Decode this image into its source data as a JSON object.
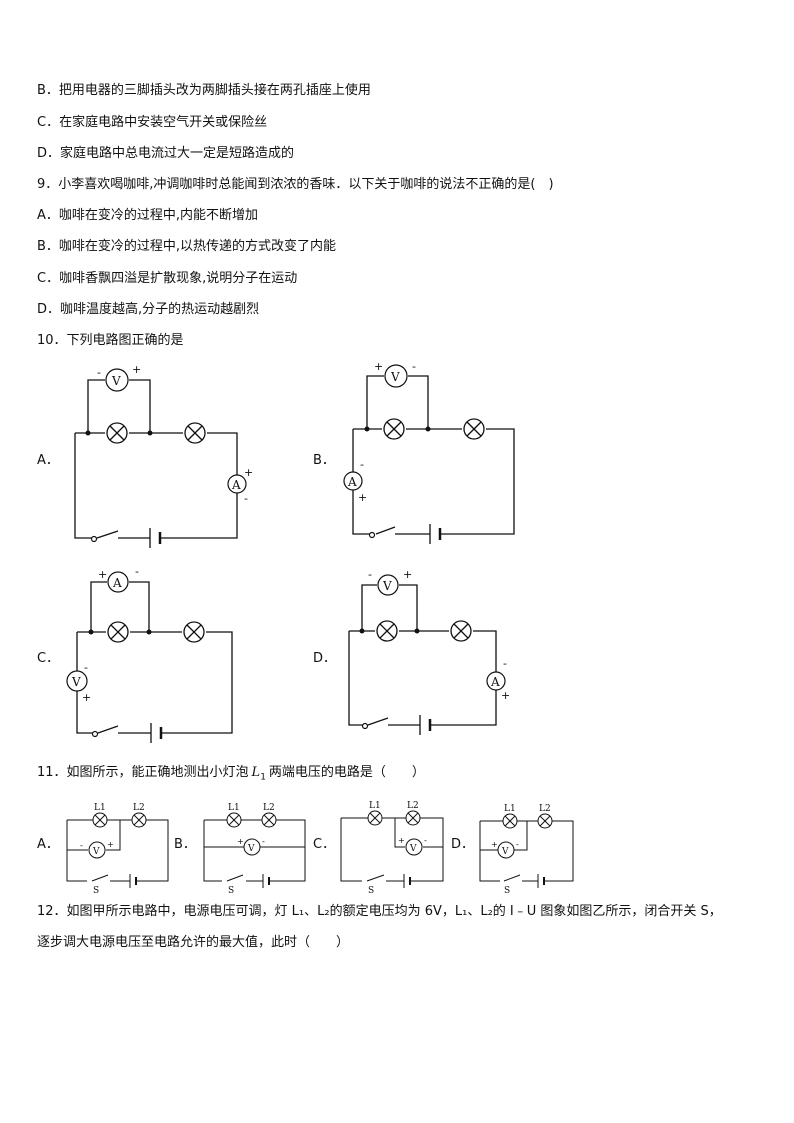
{
  "lines": {
    "q8_b": "B．把用电器的三脚插头改为两脚插头接在两孔插座上使用",
    "q8_c": "C．在家庭电路中安装空气开关或保险丝",
    "q8_d": "D．家庭电路中总电流过大一定是短路造成的",
    "q9": "9．小李喜欢喝咖啡,冲调咖啡时总能闻到浓浓的香味．以下关于咖啡的说法不正确的是(　)",
    "q9_a": "A．咖啡在变冷的过程中,内能不断增加",
    "q9_b": "B．咖啡在变冷的过程中,以热传递的方式改变了内能",
    "q9_c": "C．咖啡香飘四溢是扩散现象,说明分子在运动",
    "q9_d": "D．咖啡温度越高,分子的热运动越剧烈",
    "q10": "10．下列电路图正确的是",
    "q11_pre": "11．如图所示，能正确地测出小灯泡",
    "q11_var": "L",
    "q11_sub": "1",
    "q11_post": "两端电压的电路是（　　）",
    "q12_1": "12．如图甲所示电路中，电源电压可调，灯 L₁、L₂的额定电压均为 6V，L₁、L₂的 I﹣U 图象如图乙所示，闭合开关 S，",
    "q12_2": "逐步调大电源电压至电路允许的最大值，此时（　　）"
  },
  "q10_options": [
    "A．",
    "B．",
    "C．",
    "D．"
  ],
  "q11_options": [
    "A．",
    "B．",
    "C．",
    "D．"
  ],
  "symbols": {
    "voltmeter": "V",
    "ammeter": "A",
    "plus": "+",
    "minus": "-",
    "lamp1": "L1",
    "lamp2": "L2",
    "switch": "S"
  }
}
